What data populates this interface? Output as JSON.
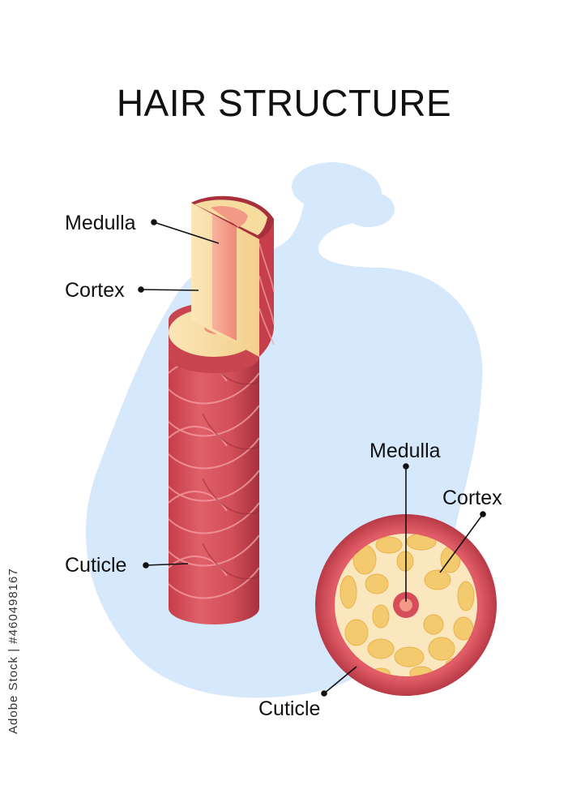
{
  "title": "HAIR STRUCTURE",
  "strand": {
    "labels": {
      "medulla": "Medulla",
      "cortex": "Cortex",
      "cuticle": "Cuticle"
    }
  },
  "cross_section": {
    "labels": {
      "medulla": "Medulla",
      "cortex": "Cortex",
      "cuticle": "Cuticle"
    }
  },
  "stock_id": "Adobe Stock | #460498167",
  "colors": {
    "background_blob": "#d6e8fb",
    "cuticle_red": "#d9535c",
    "cuticle_dark": "#a8303c",
    "cortex_cream": "#f7dca0",
    "medulla_pink": "#f39a86",
    "granule_yellow": "#f3cb6e",
    "text": "#111111"
  }
}
